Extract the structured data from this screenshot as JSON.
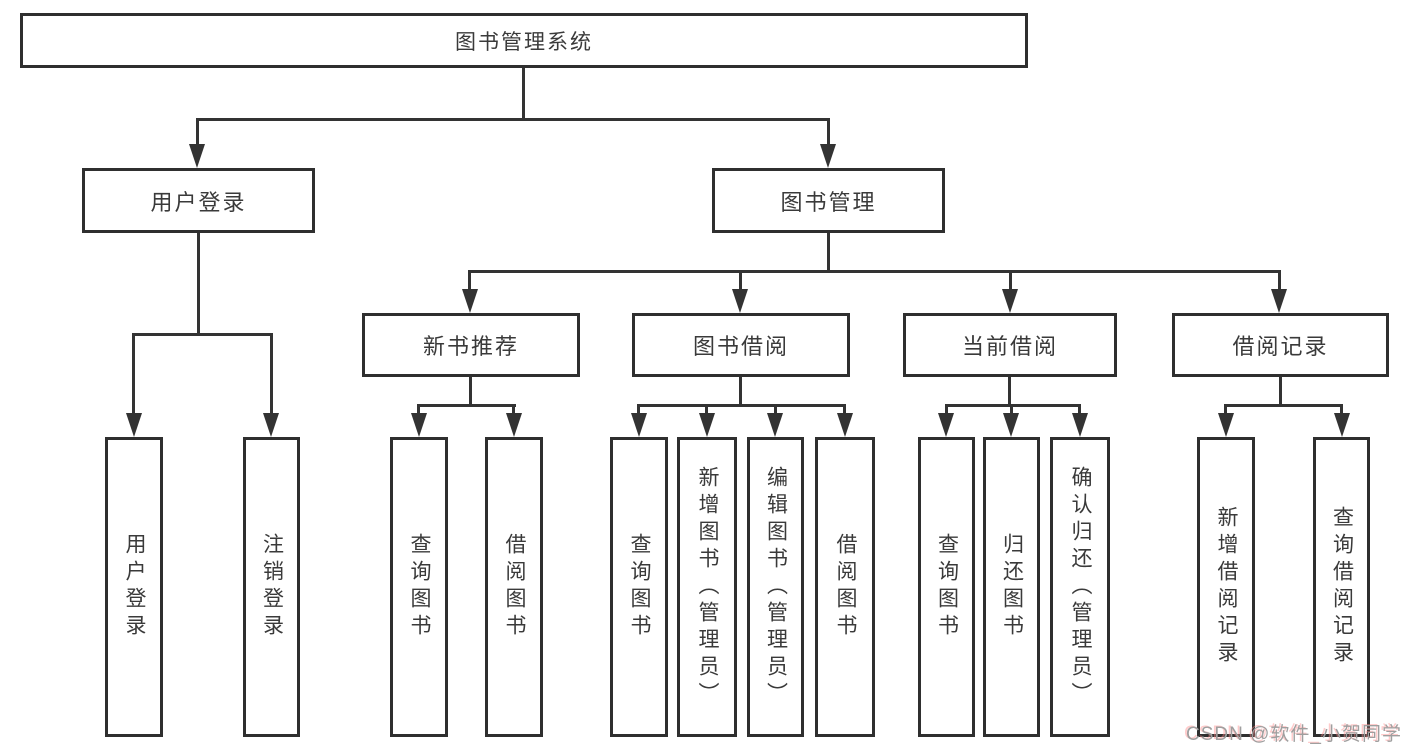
{
  "diagram": {
    "root": {
      "label": "图书管理系统",
      "children": [
        {
          "label": "用户登录",
          "children": [
            {
              "label": "用户登录"
            },
            {
              "label": "注销登录"
            }
          ]
        },
        {
          "label": "图书管理",
          "children": [
            {
              "label": "新书推荐",
              "children": [
                {
                  "label": "查询图书"
                },
                {
                  "label": "借阅图书"
                }
              ]
            },
            {
              "label": "图书借阅",
              "children": [
                {
                  "label": "查询图书"
                },
                {
                  "label": "新增图书（管理员）"
                },
                {
                  "label": "编辑图书（管理员）"
                },
                {
                  "label": "借阅图书"
                }
              ]
            },
            {
              "label": "当前借阅",
              "children": [
                {
                  "label": "查询图书"
                },
                {
                  "label": "归还图书"
                },
                {
                  "label": "确认归还（管理员）"
                }
              ]
            },
            {
              "label": "借阅记录",
              "children": [
                {
                  "label": "新增借阅记录"
                },
                {
                  "label": "查询借阅记录"
                }
              ]
            }
          ]
        }
      ]
    }
  },
  "watermark": {
    "text": "CSDN @软件_小贺同学"
  },
  "colors": {
    "box_border": "#2f2f2f",
    "connector_line": "#333333",
    "text": "#3a3a3a",
    "watermark_text": "#9f9f9f"
  }
}
